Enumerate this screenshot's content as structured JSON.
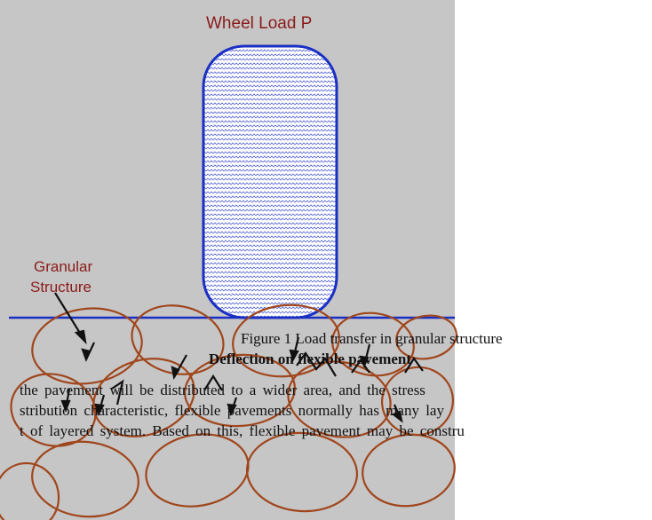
{
  "figure": {
    "load_label": "Wheel Load P",
    "granular_label_line1": "Granular",
    "granular_label_line2": "Structure",
    "colors": {
      "panel": "#c6c6c6",
      "load_outline": "#1a2fc4",
      "ground_line": "#1a2fc4",
      "particle": "#a0461c",
      "label": "#8b1a1a",
      "arrow": "#111111"
    }
  },
  "caption": "Figure 1 Load transfer in granular structure",
  "section_heading": "Deflection on flexible pavement",
  "body_lines": [
    "the pavement will be distributed to a wider area, and the stress",
    "stribution characteristic, flexible pavements normally has many lay",
    "t of layered system. Based on this, flexible pavement may be constru",
    ""
  ]
}
